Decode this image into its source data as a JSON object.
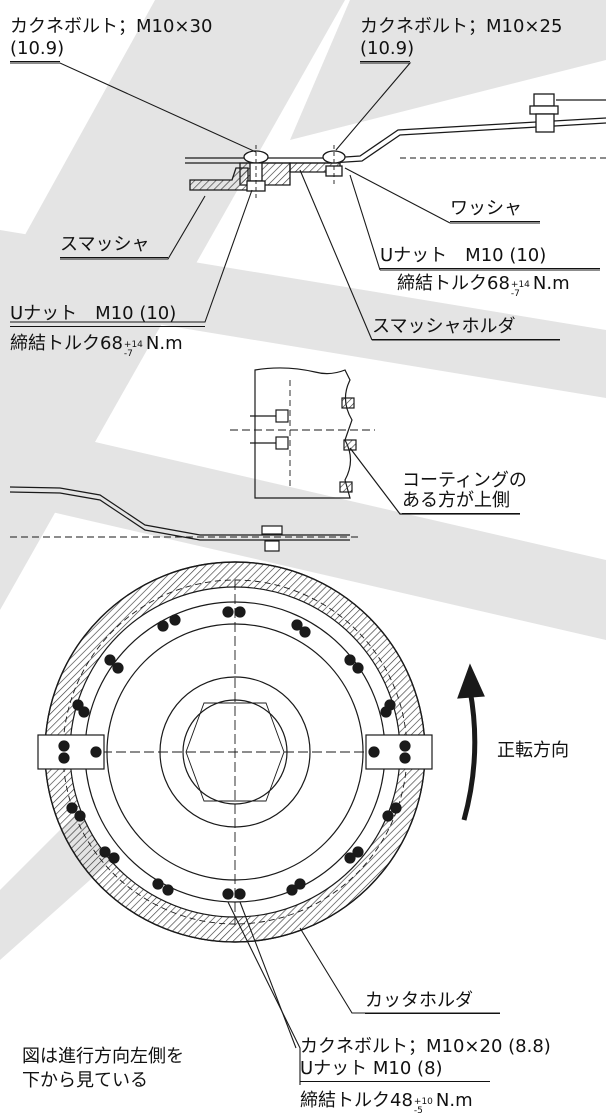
{
  "labels": {
    "bolt_m10x30": "カクネボルト；M10×30",
    "bolt_m10x30_grade": "(10.9)",
    "bolt_m10x25": "カクネボルト；M10×25",
    "bolt_m10x25_grade": "(10.9)",
    "washer": "ワッシャ",
    "smasher": "スマッシャ",
    "unut_right": "Uナット　M10 (10)",
    "torque_right_prefix": "締結トルク68",
    "torque_right_upper": "+14",
    "torque_right_lower": "-7",
    "torque_right_unit": "N.m",
    "unut_left": "Uナット　M10 (10)",
    "torque_left_prefix": "締結トルク68",
    "torque_left_upper": "+14",
    "torque_left_lower": "-7",
    "torque_left_unit": "N.m",
    "smasher_holder": "スマッシャホルダ",
    "coating_line1": "コーティングの",
    "coating_line2": "ある方が上側",
    "rotation_direction": "正転方向",
    "cutter_holder": "カッタホルダ",
    "bolt_m10x20": "カクネボルト；M10×20 (8.8)",
    "unut_m10_8": "Uナット M10 (8)",
    "torque_bottom_prefix": "締結トルク48",
    "torque_bottom_upper": "+10",
    "torque_bottom_lower": "-5",
    "torque_bottom_unit": "N.m",
    "note_line1": "図は進行方向左側を",
    "note_line2": "下から見ている"
  },
  "colors": {
    "line": "#1a1a1a",
    "watermark": "#e2e2e2",
    "hatch": "#3a3a3a"
  }
}
